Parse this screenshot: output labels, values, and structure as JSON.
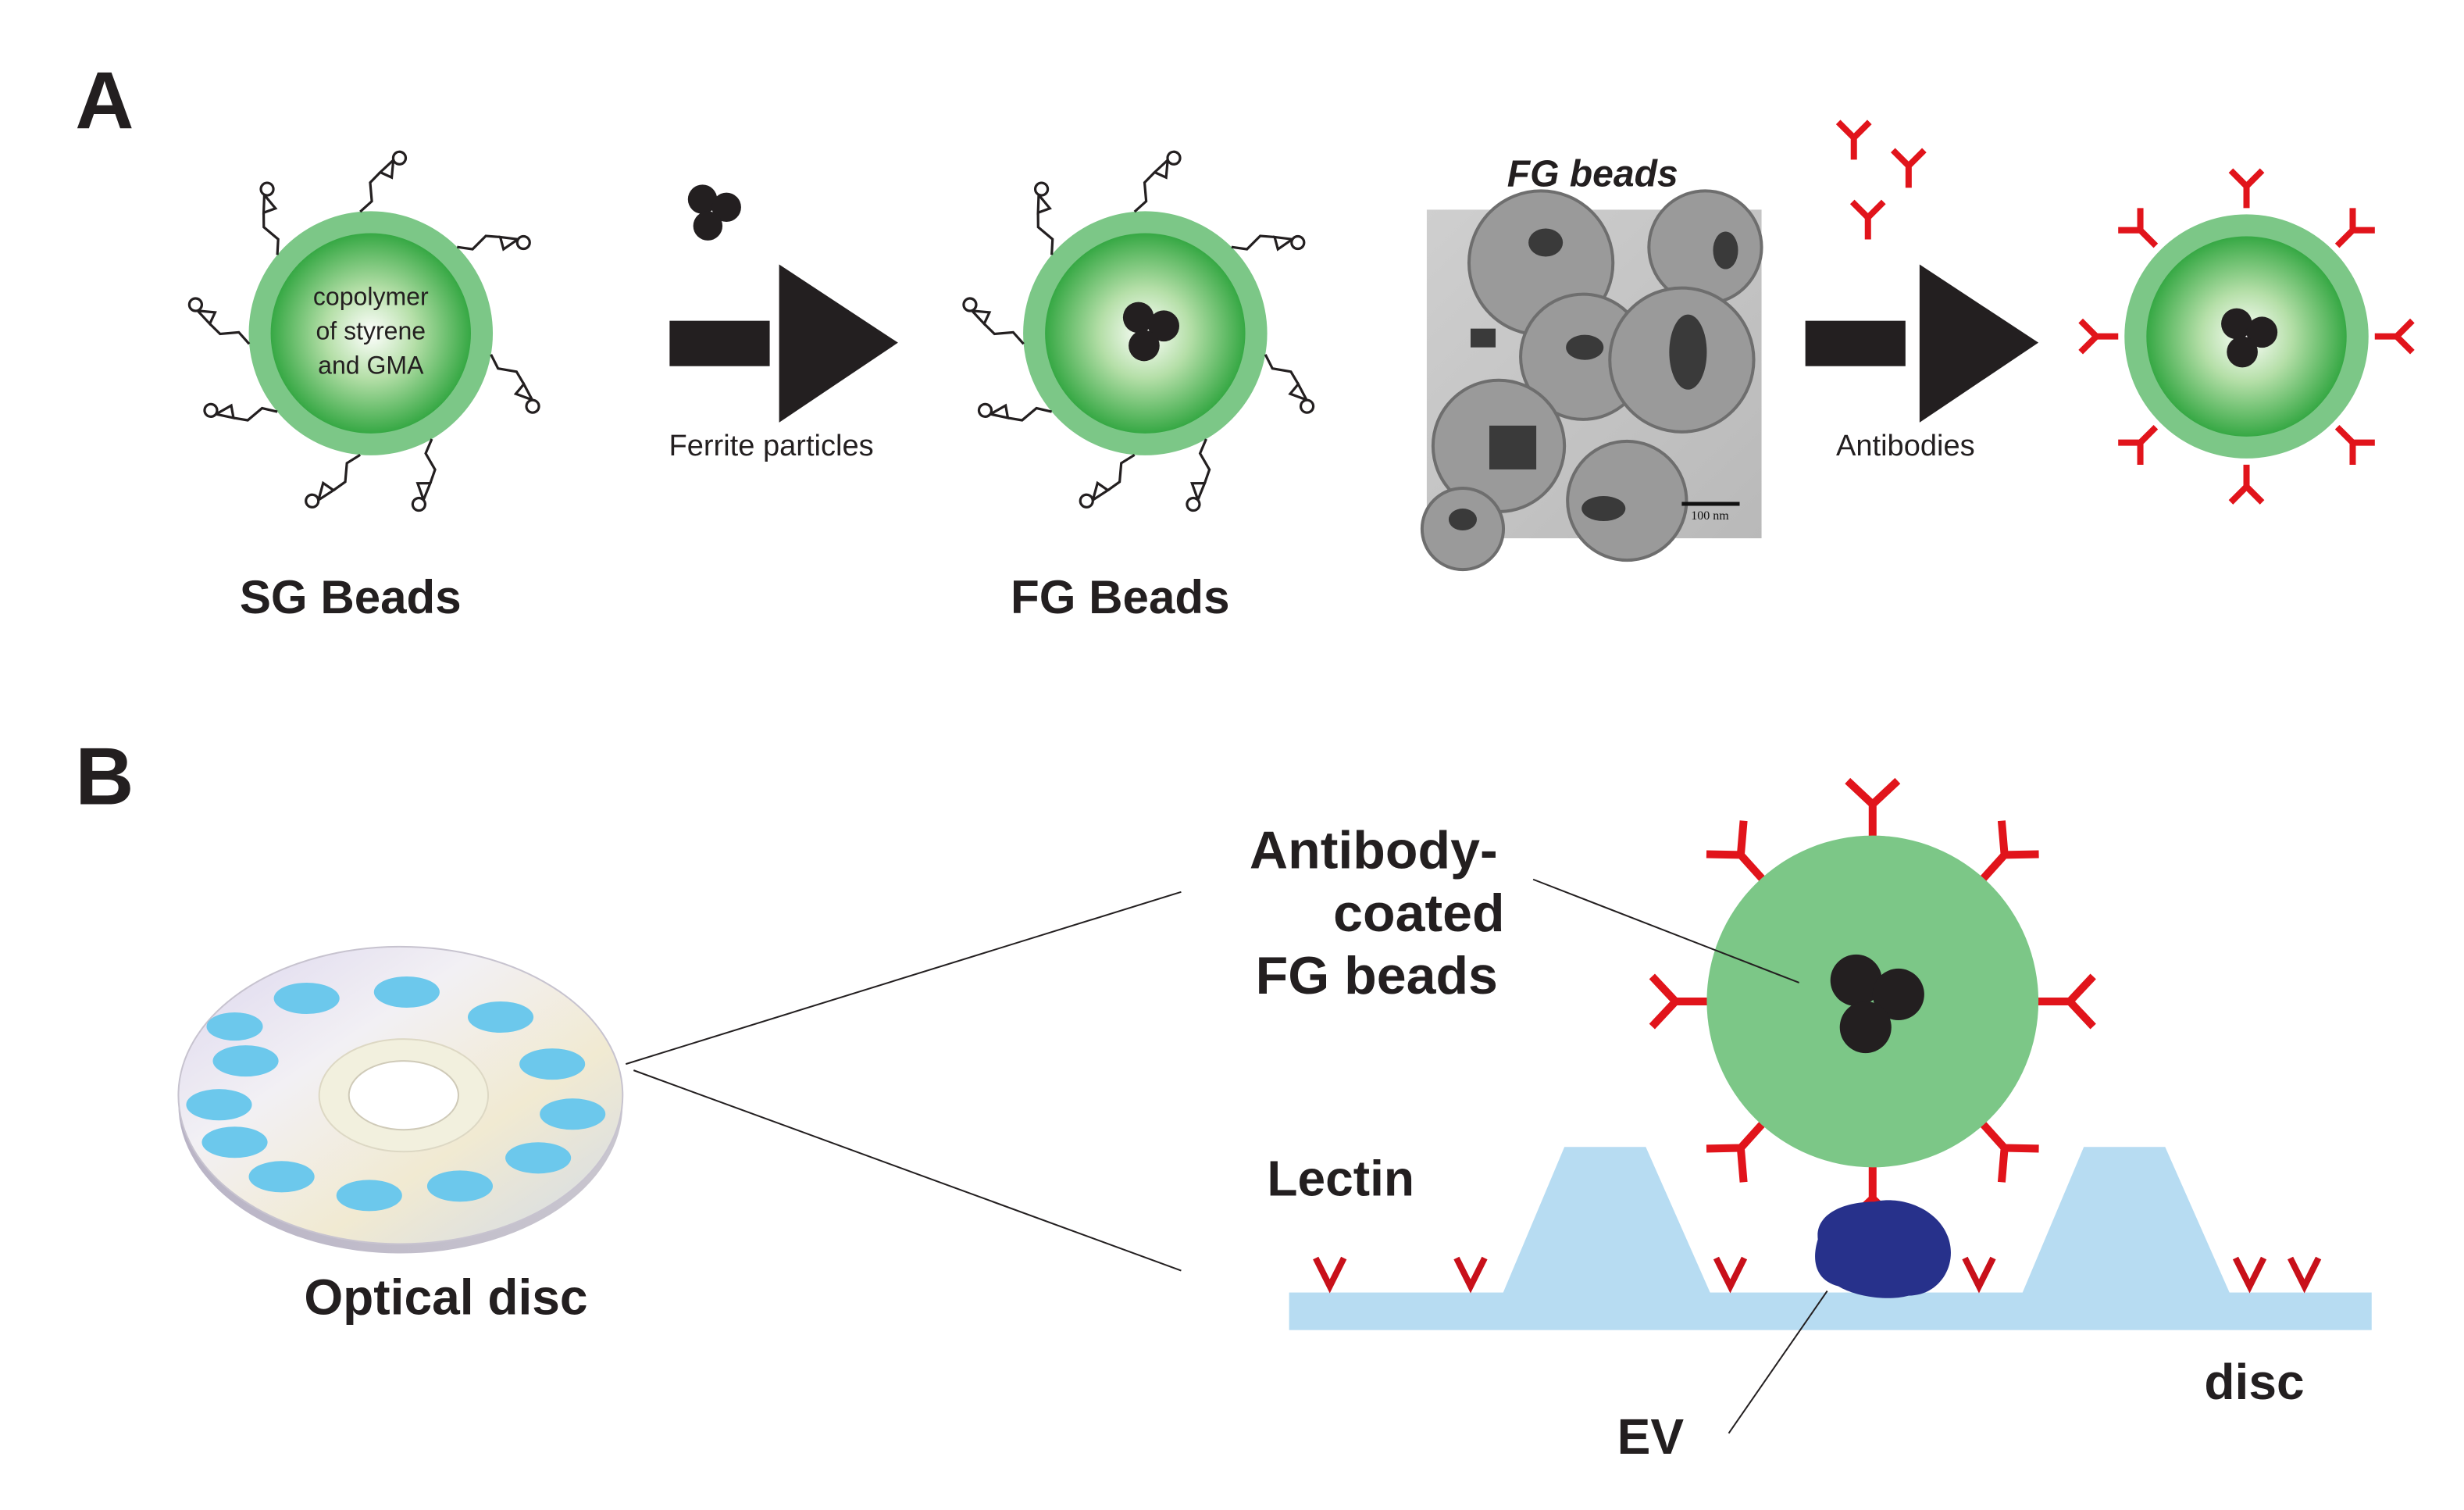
{
  "panel_a": {
    "label": "A",
    "core_text": [
      "copolymer",
      "of styrene",
      "and GMA"
    ],
    "sg_beads": "SG Beads",
    "fg_beads": "FG Beads",
    "arrow1_label": "Ferrite particles",
    "arrow2_label": "Antibodies",
    "tem_title": "FG beads",
    "scale_bar": "100 nm"
  },
  "panel_b": {
    "label": "B",
    "optical_disc": "Optical disc",
    "bead_label": [
      "Antibody-",
      "coated",
      "FG beads"
    ],
    "lectin": "Lectin",
    "ev": "EV",
    "disc": "disc"
  },
  "colors": {
    "bead_green": "#6dbf7b",
    "bead_core": "#38a53f",
    "antibody_red": "#e1141b",
    "ferrite_black": "#231f20",
    "disc_blue": "#b7dcf2",
    "well_blue": "#6cc8ec",
    "ev_navy": "#27318b"
  }
}
